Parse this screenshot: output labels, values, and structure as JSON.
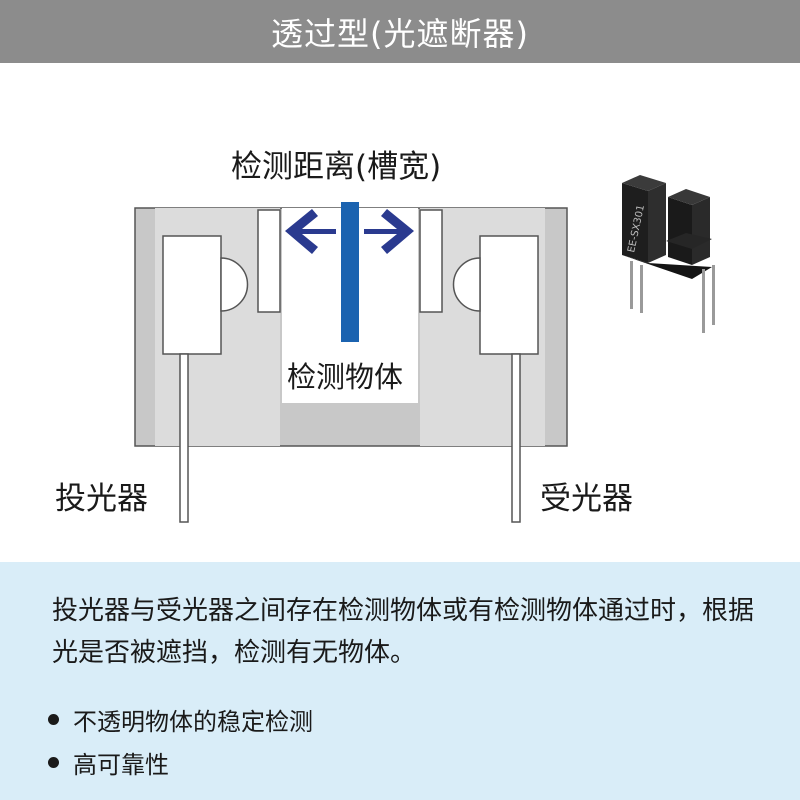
{
  "header": {
    "title": "透过型(光遮断器)"
  },
  "diagram": {
    "top_label": "检测距离(槽宽)",
    "object_label": "检测物体",
    "emitter_label": "投光器",
    "receiver_label": "受光器",
    "product_model": "EE-SX301"
  },
  "info": {
    "description": "投光器与受光器之间存在检测物体或有检测物体通过时，根据光是否被遮挡，检测有无物体。",
    "bullets": [
      "不透明物体的稳定检测",
      "高可靠性"
    ]
  },
  "colors": {
    "header_bg": "#8c8c8c",
    "info_bg": "#d9edf8",
    "arrow": "#2a3a8f",
    "object_bar": "#1b63b0"
  }
}
